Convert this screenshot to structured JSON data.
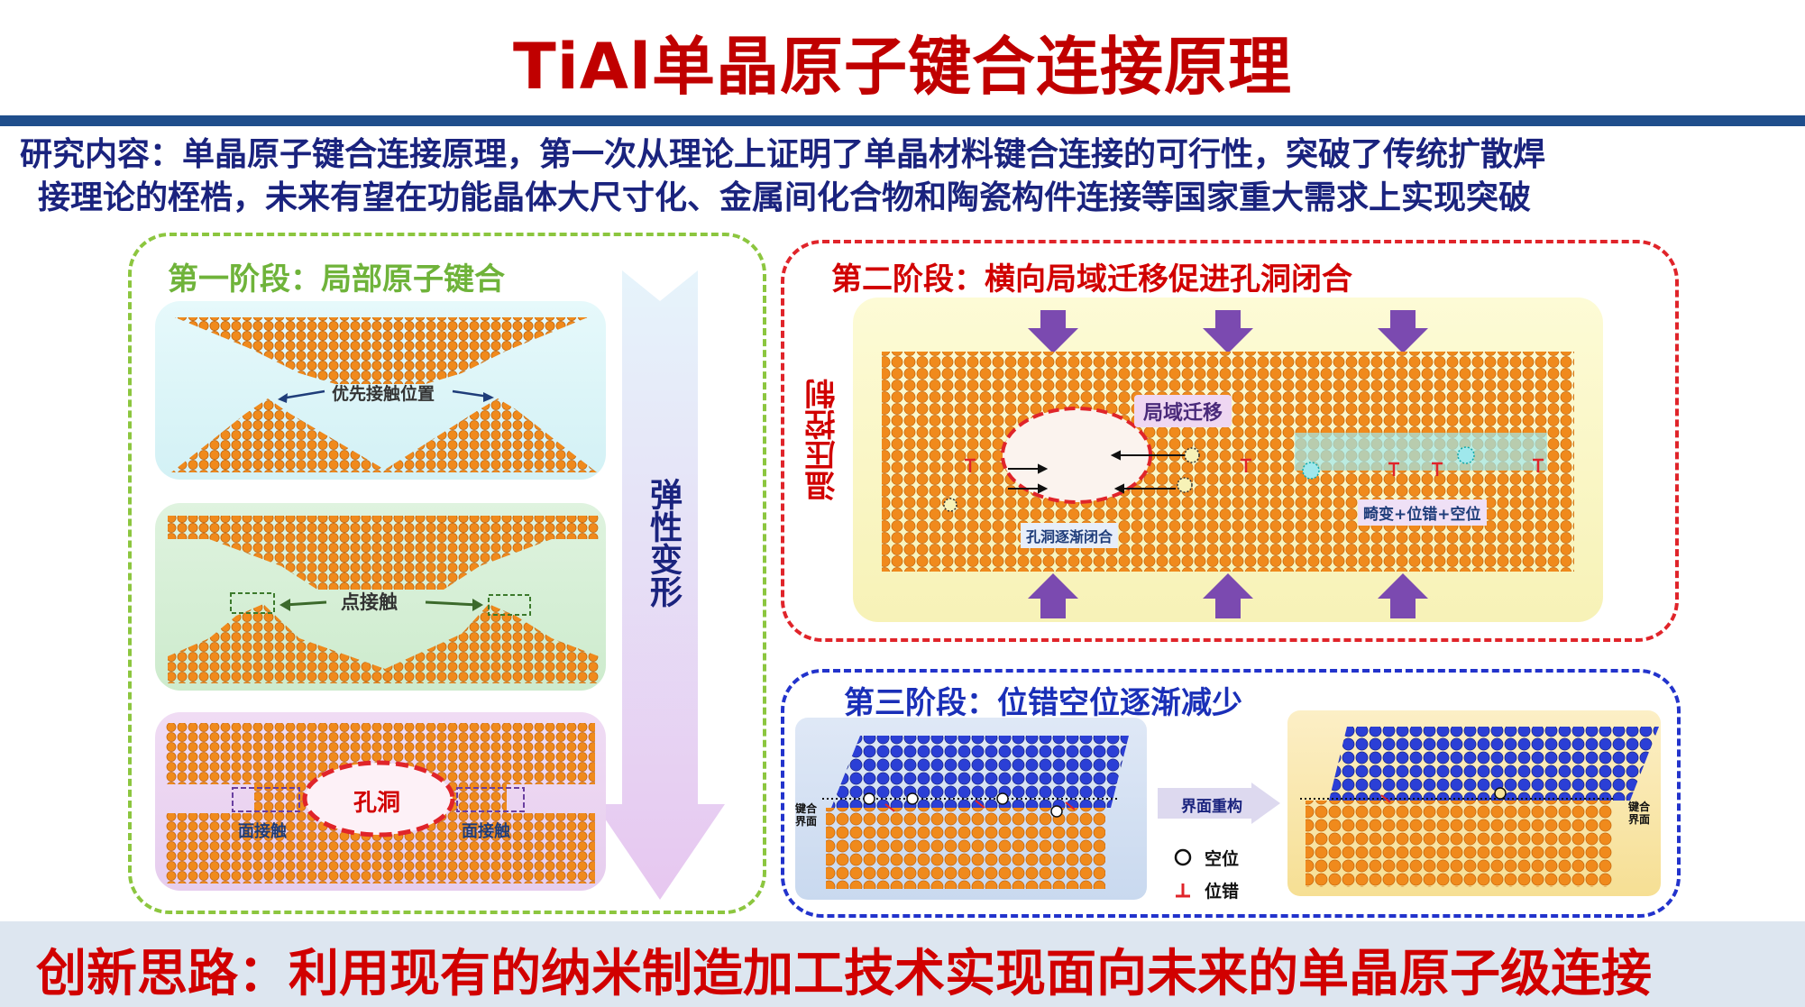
{
  "title": "TiAl单晶原子键合连接原理",
  "summary": {
    "line1": "研究内容：单晶原子键合连接原理，第一次从理论上证明了单晶材料键合连接的可行性，突破了传统扩散焊",
    "line2": "接理论的桎梏，未来有望在功能晶体大尺寸化、金属间化合物和陶瓷构件连接等国家重大需求上实现突破"
  },
  "stage1": {
    "title": "第一阶段：局部原子键合",
    "panel1_label": "优先接触位置",
    "panel2_label": "点接触",
    "panel3_hole": "孔洞",
    "panel3_face_left": "面接触",
    "panel3_face_right": "面接触",
    "arrow_label": "弹性变形"
  },
  "stage2": {
    "title": "第二阶段：横向局域迁移促进孔洞闭合",
    "side_label": "温压控制",
    "migration_label": "局域迁移",
    "closure_label": "孔洞逐渐闭合",
    "defect_label": "畸变+位错+空位"
  },
  "stage3": {
    "title": "第三阶段：位错空位逐渐减少",
    "interface_left": "键合\n界面",
    "interface_right": "键合\n界面",
    "reconstruct_label": "界面重构",
    "legend_vacancy": "空位",
    "legend_dislocation": "位错"
  },
  "footer": "创新思路：利用现有的纳米制造加工技术实现面向未来的单晶原子级连接",
  "colors": {
    "title_red": "#c00000",
    "rule_blue": "#1f4e8c",
    "summary_blue": "#1a237e",
    "stage1_green": "#7cc242",
    "stage2_red": "#e0242a",
    "stage3_blue": "#2233cc",
    "atom_orange": "#f08a1c",
    "atom_blue": "#2b3fd6",
    "arrow_purple": "#7b4ab0"
  }
}
